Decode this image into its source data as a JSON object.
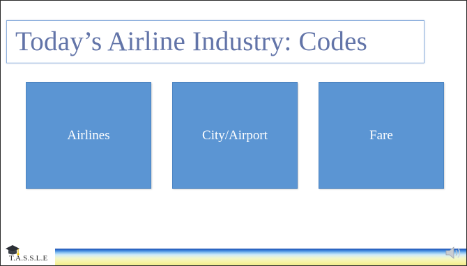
{
  "slide": {
    "title": "Today’s Airline Industry: Codes",
    "cards": [
      {
        "label": "Airlines"
      },
      {
        "label": "City/Airport"
      },
      {
        "label": "Fare"
      }
    ]
  },
  "footer": {
    "logo_text": "T.A.S.S.L.E",
    "logo_icon": "graduation-cap-icon",
    "audio_icon": "speaker-icon"
  },
  "colors": {
    "title": "#6274a8",
    "title_border": "#8eb0dd",
    "card_fill": "#5b95d3",
    "card_text": "#ffffff"
  }
}
